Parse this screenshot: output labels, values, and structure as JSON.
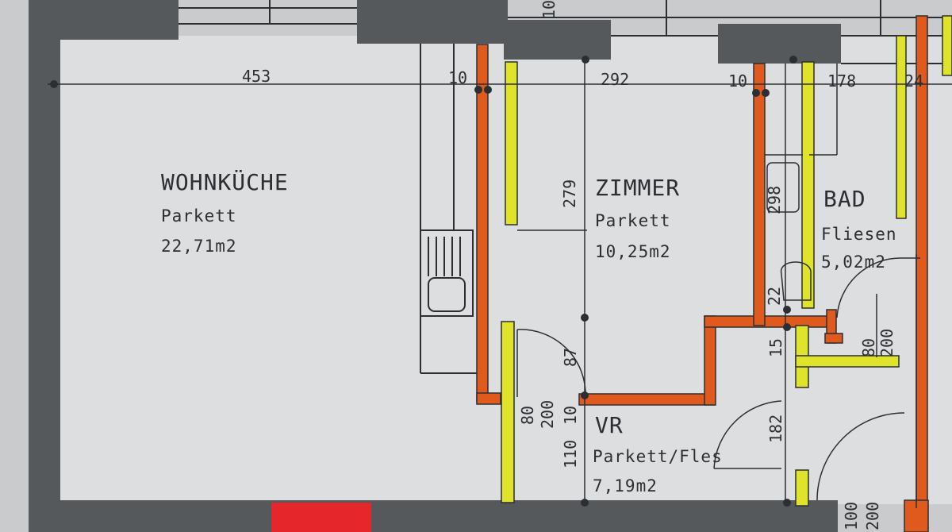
{
  "rooms": {
    "wohnkueche": {
      "name": "WOHNKÜCHE",
      "floor": "Parkett",
      "area": "22,71m2"
    },
    "zimmer": {
      "name": "ZIMMER",
      "floor": "Parkett",
      "area": "10,25m2"
    },
    "bad": {
      "name": "BAD",
      "floor": "Fliesen",
      "area": "5,02m2"
    },
    "vr": {
      "name": "VR",
      "floor": "Parkett/Fles",
      "area": "7,19m2"
    }
  },
  "dimensions": {
    "top": [
      "453",
      "10",
      "292",
      "10",
      "178",
      "24"
    ],
    "top_clipped": "10",
    "zimmer_height": "279",
    "door_opening": "87",
    "bad_small": "22",
    "bad_wall": "15",
    "bad_side": "298",
    "vr_width": "182",
    "vr_left": [
      "110",
      "10"
    ],
    "door_vr_zimmer": [
      "80",
      "200"
    ],
    "door_bad": [
      "80",
      "200"
    ],
    "door_entry": [
      "100",
      "200"
    ]
  },
  "colors": {
    "background": "#c9cbcd",
    "floor": "#dcdedf",
    "wall_gray": "#55595c",
    "wall_orange": "#e05a1e",
    "drywall_yellow": "#dfe32a",
    "accent_red": "#e3272b",
    "line": "#2b2f33"
  }
}
